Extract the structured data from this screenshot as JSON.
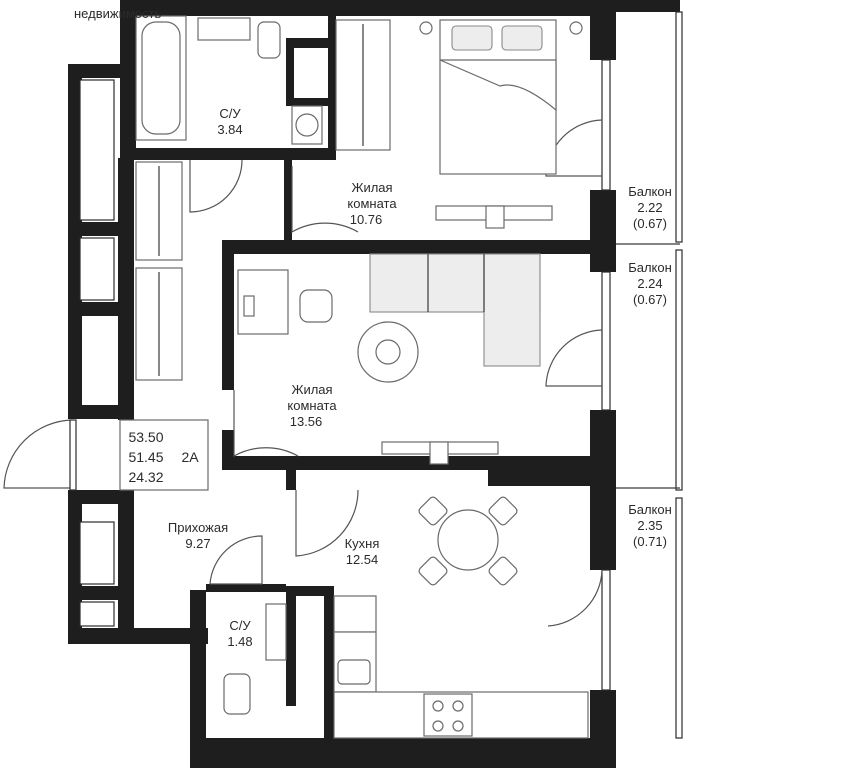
{
  "watermark": "недвижимость",
  "rooms": {
    "bathroom_top": {
      "name": "С/У",
      "area": "3.84"
    },
    "bedroom": {
      "name_line1": "Жилая",
      "name_line2": "комната",
      "area": "10.76"
    },
    "living_room": {
      "name_line1": "Жилая",
      "name_line2": "комната",
      "area": "13.56"
    },
    "hallway": {
      "name": "Прихожая",
      "area": "9.27"
    },
    "kitchen": {
      "name": "Кухня",
      "area": "12.54"
    },
    "bathroom_small": {
      "name": "С/У",
      "area": "1.48"
    }
  },
  "balconies": [
    {
      "name": "Балкон",
      "area": "2.22",
      "reduced": "(0.67)"
    },
    {
      "name": "Балкон",
      "area": "2.24",
      "reduced": "(0.67)"
    },
    {
      "name": "Балкон",
      "area": "2.35",
      "reduced": "(0.71)"
    }
  ],
  "summary": {
    "total_area": "53.50",
    "area_without_balconies": "51.45",
    "living_area": "24.32",
    "apartment_type": "2А"
  },
  "colors": {
    "wall": "#1e1e1e",
    "line": "#3a3a3a",
    "furniture_fill": "#ededed"
  }
}
